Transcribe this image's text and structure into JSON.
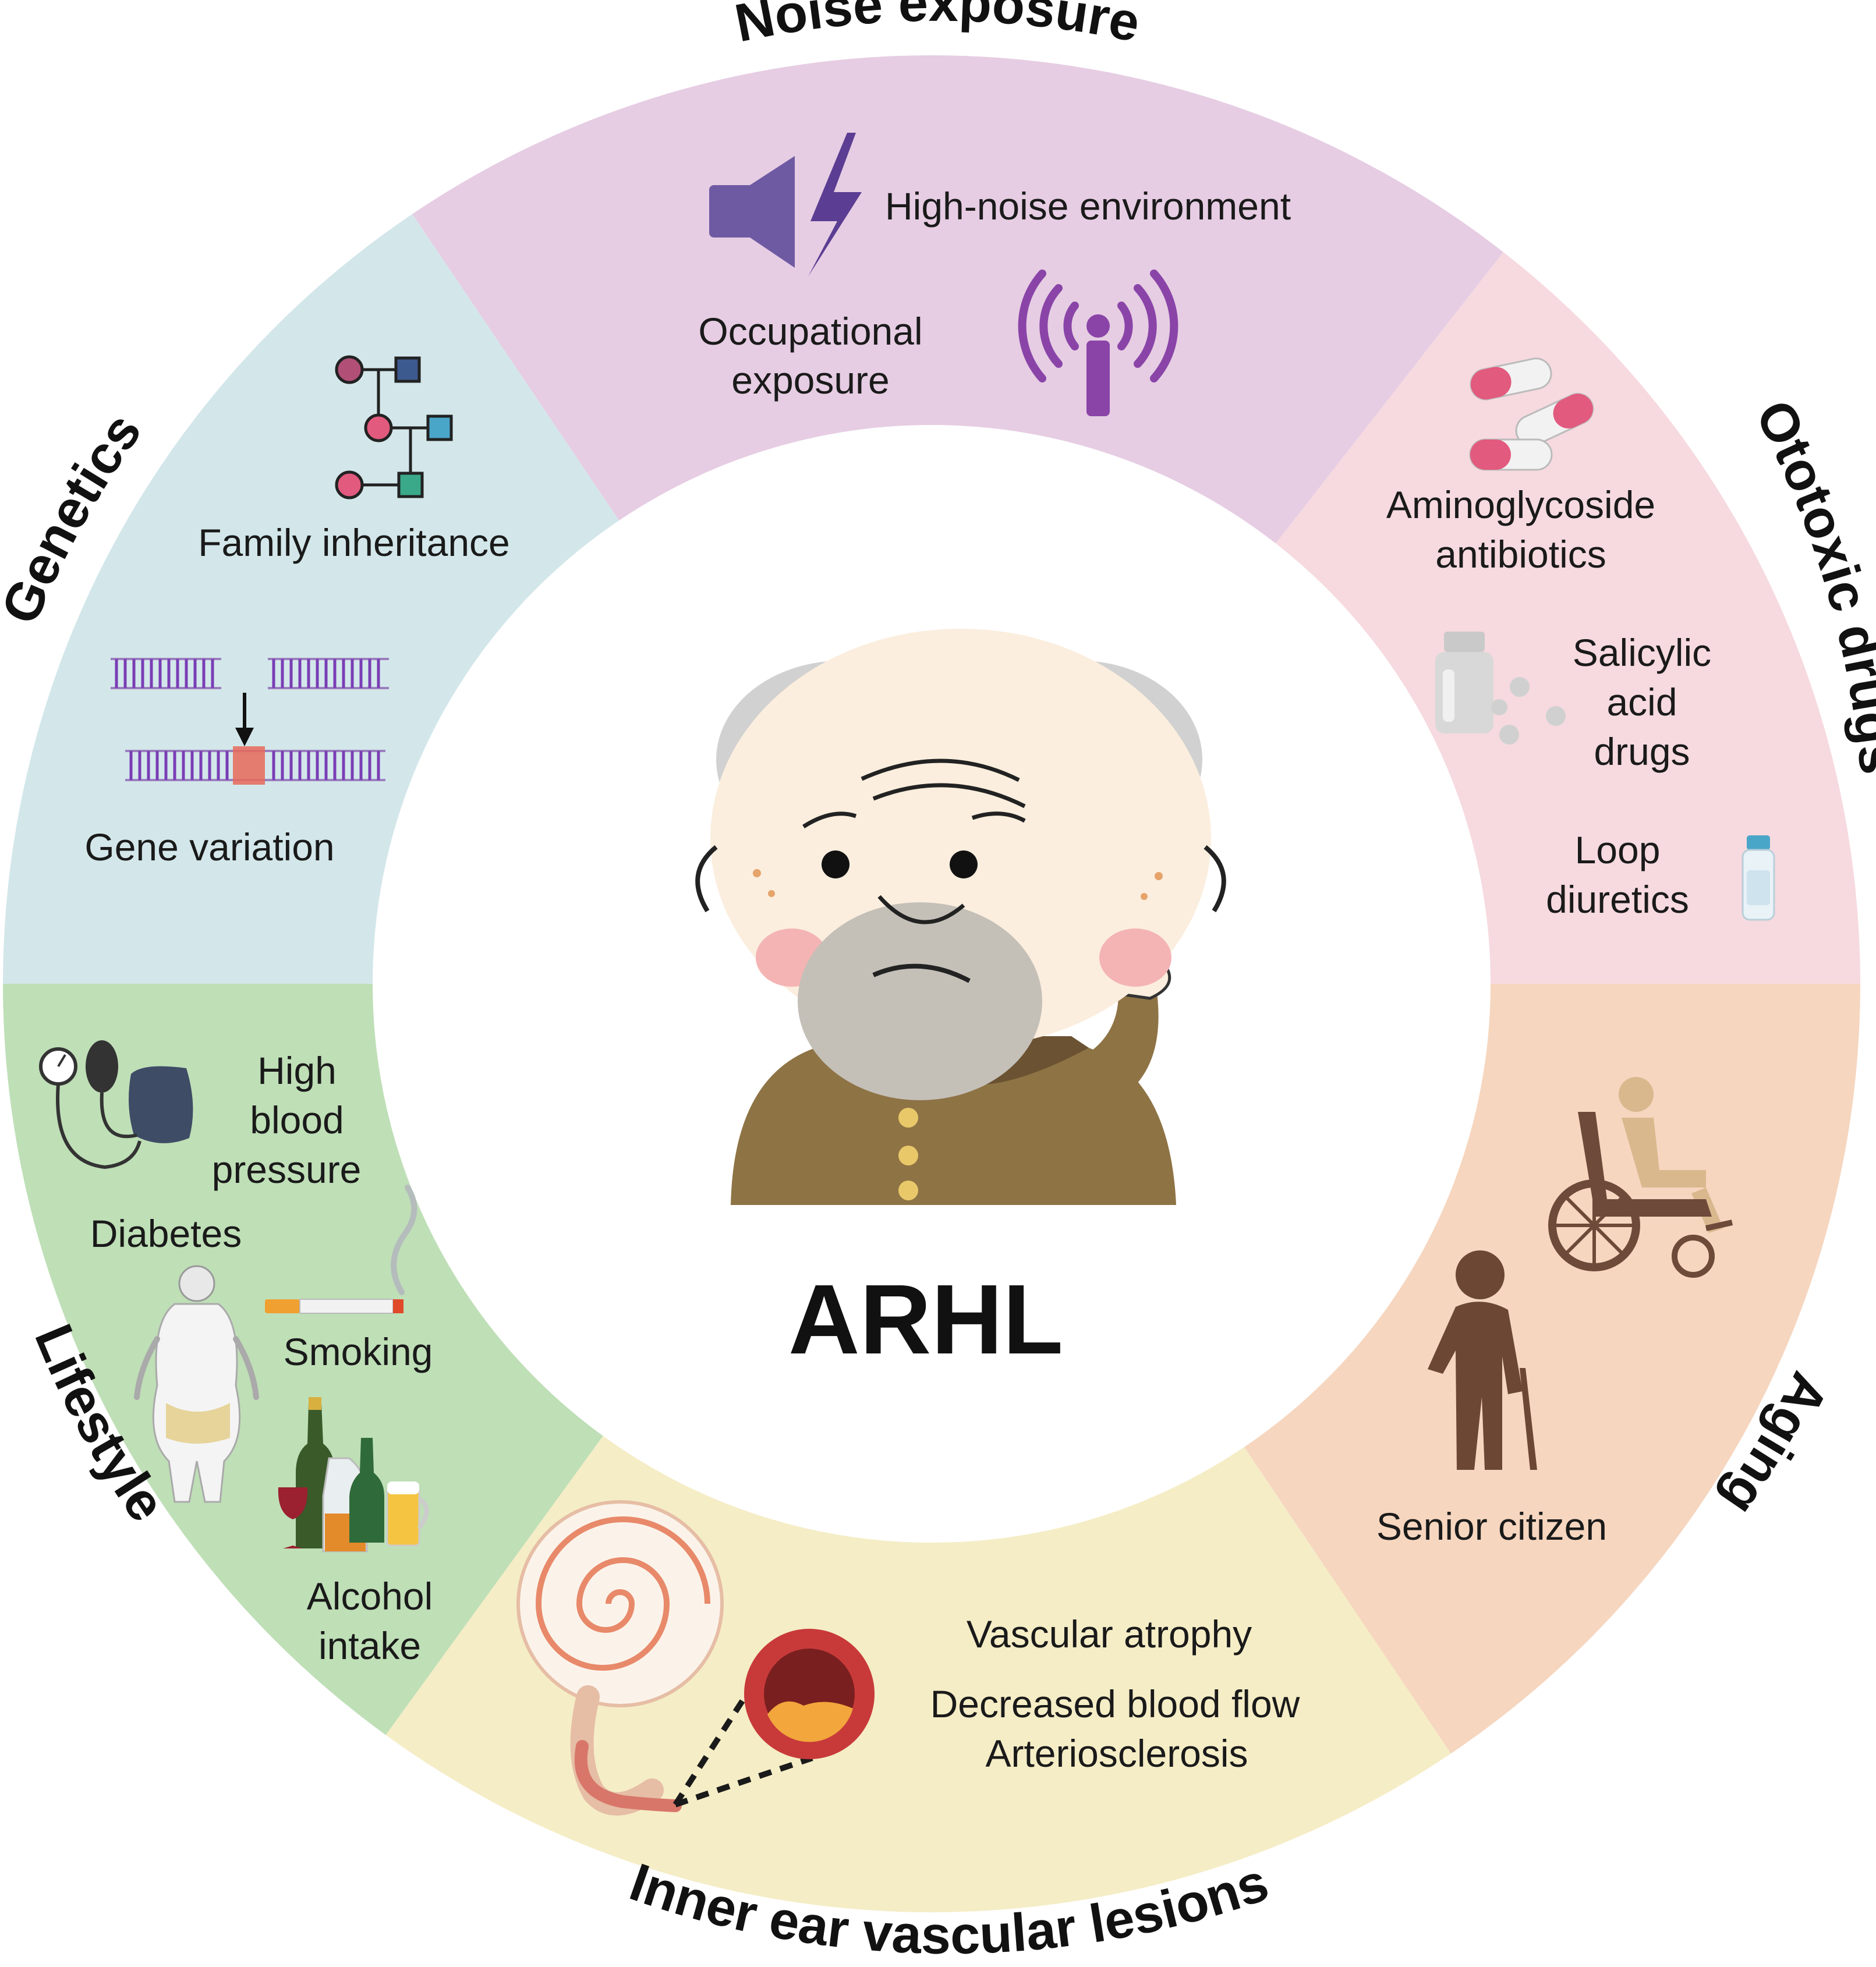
{
  "center_title": "ARHL",
  "colors": {
    "noise": "#e6cde3",
    "ototoxic": "#f6dadf",
    "aging": "#f6d6bf",
    "vascular": "#f5edc6",
    "lifestyle": "#bfdfb7",
    "genetics": "#d3e7ea"
  },
  "segments": {
    "noise": {
      "category": "Noise exposure",
      "items": [
        "High-noise environment",
        "Occupational",
        "exposure"
      ]
    },
    "ototoxic": {
      "category": "Ototoxic drugs",
      "items": [
        "Aminoglycoside",
        "antibiotics",
        "Salicylic",
        "acid",
        "drugs",
        "Loop",
        "diuretics"
      ]
    },
    "aging": {
      "category": "Aging",
      "items": [
        "Senior citizen"
      ]
    },
    "vascular": {
      "category": "Inner ear vascular lesions",
      "items": [
        "Vascular atrophy",
        "Decreased blood flow",
        "Arteriosclerosis"
      ]
    },
    "lifestyle": {
      "category": "Lifestyle",
      "items": [
        "High",
        "blood",
        "pressure",
        "Diabetes",
        "Smoking",
        "Alcohol",
        "intake"
      ]
    },
    "genetics": {
      "category": "Genetics",
      "items": [
        "Family inheritance",
        "Gene variation"
      ]
    }
  }
}
